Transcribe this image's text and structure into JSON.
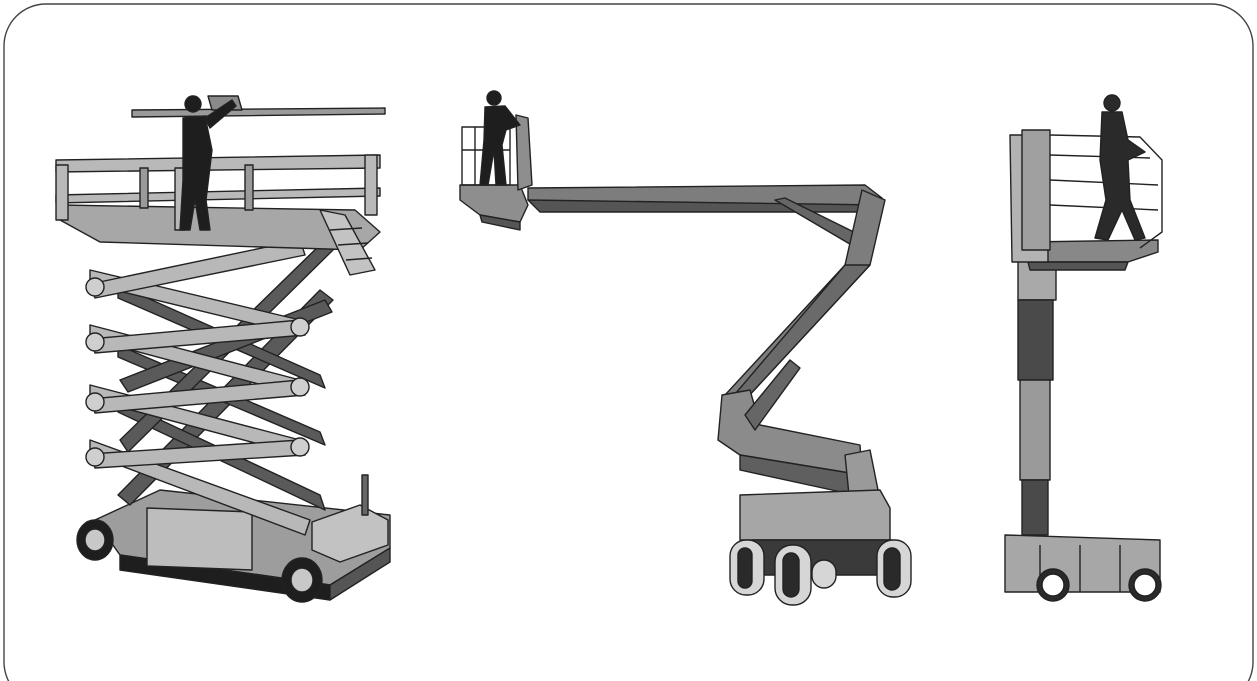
{
  "figure": {
    "panels": [
      {
        "id": "scissor-lift",
        "icon": "scissor-lift-illustration"
      },
      {
        "id": "articulating-boom-lift",
        "icon": "boom-lift-illustration"
      },
      {
        "id": "vertical-mast-lift",
        "icon": "mast-lift-illustration"
      }
    ],
    "colors": {
      "frame": "#444444",
      "light_gray": "#b3b3b3",
      "mid_gray": "#8f8f8f",
      "dark_gray": "#555555",
      "figure": "#1e1e1e",
      "tire_light": "#d6d6d6"
    }
  }
}
